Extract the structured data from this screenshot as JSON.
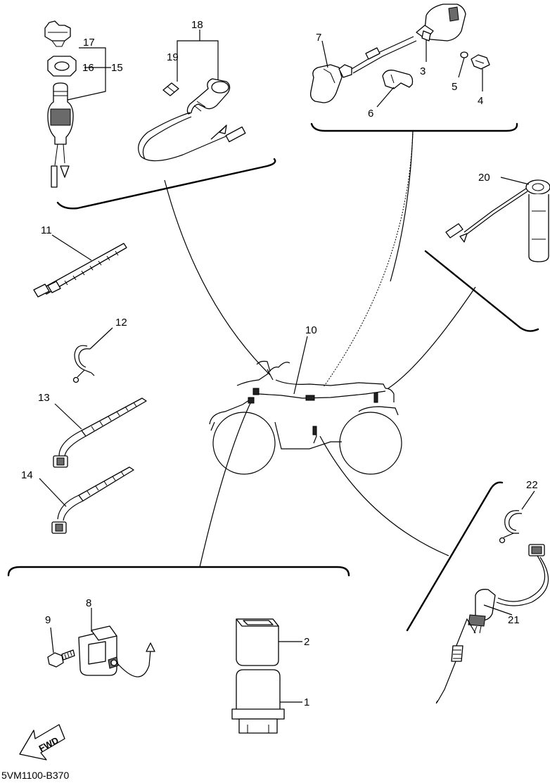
{
  "callouts": {
    "p1": "1",
    "p2": "2",
    "p3": "3",
    "p4": "4",
    "p5": "5",
    "p6": "6",
    "p7": "7",
    "p8": "8",
    "p9": "9",
    "p10": "10",
    "p11": "11",
    "p12": "12",
    "p13": "13",
    "p14": "14",
    "p15": "15",
    "p16": "16",
    "p17": "17",
    "p18": "18",
    "p19": "19",
    "p20": "20",
    "p21": "21",
    "p22": "22"
  },
  "fwd_label": "FWD",
  "diagram_code": "5VM1100-B370"
}
